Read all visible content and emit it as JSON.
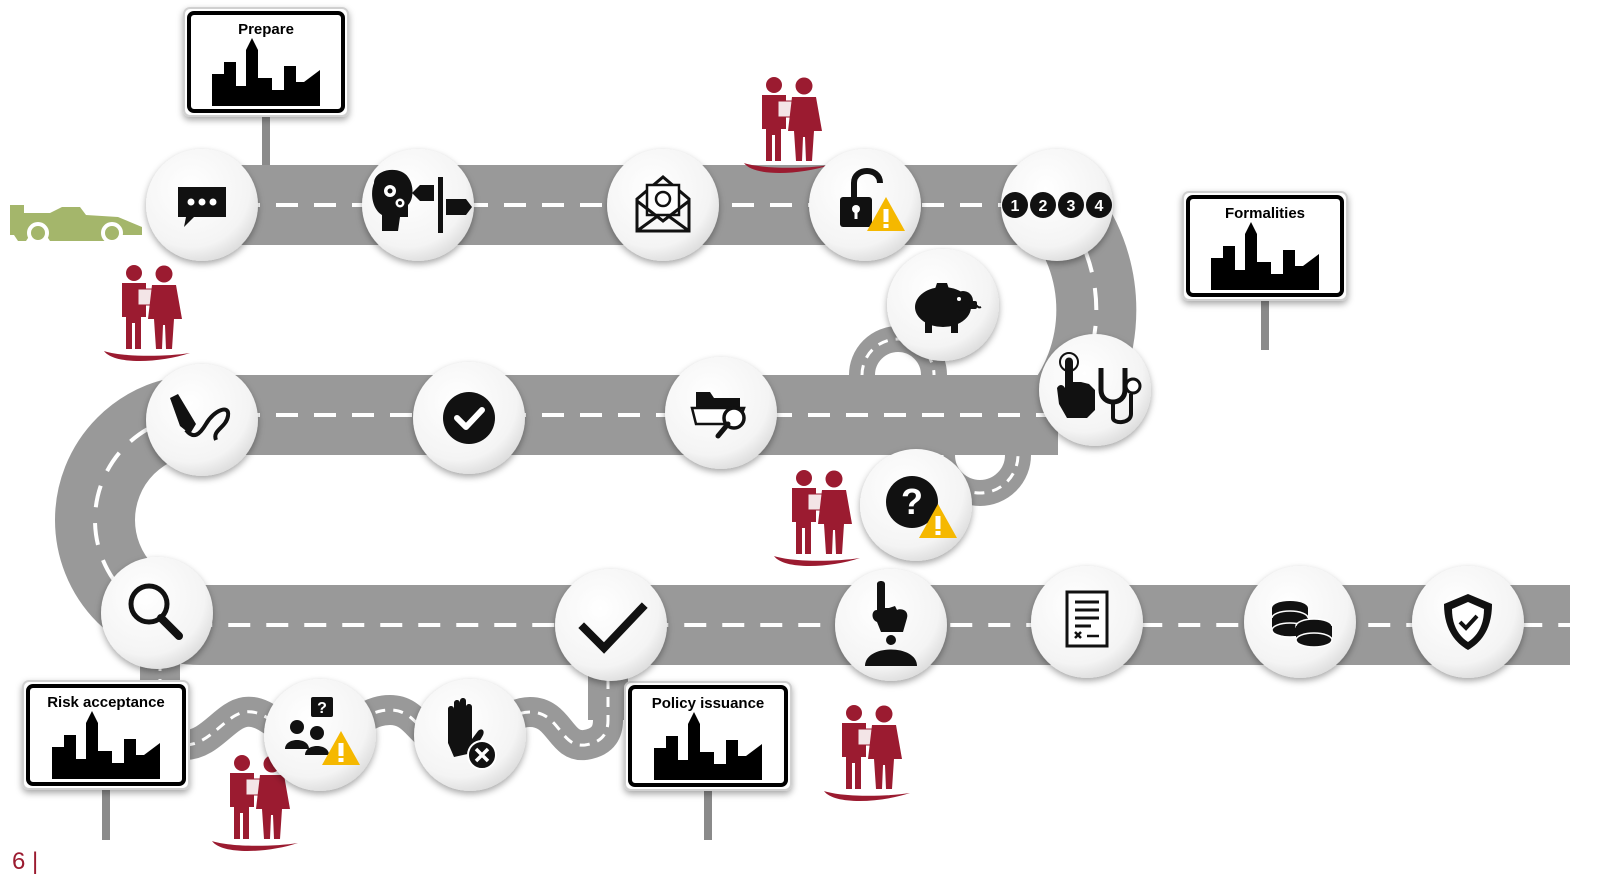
{
  "colors": {
    "road": "#999999",
    "dash": "#ffffff",
    "people": "#9b1b30",
    "car": "#a4b66b",
    "warning": "#f5b800",
    "icon": "#111111"
  },
  "signs": [
    {
      "id": "prepare",
      "label": "Prepare"
    },
    {
      "id": "formalities",
      "label": "Formalities"
    },
    {
      "id": "risk-acceptance",
      "label": "Risk acceptance"
    },
    {
      "id": "policy-issuance",
      "label": "Policy issuance"
    }
  ],
  "steps": [
    {
      "id": "chat",
      "icon": "chat-bubble-icon"
    },
    {
      "id": "mind",
      "icon": "brain-gears-signpost-icon"
    },
    {
      "id": "mail",
      "icon": "envelope-email-icon"
    },
    {
      "id": "unlock",
      "icon": "open-padlock-warning-icon"
    },
    {
      "id": "numbers",
      "icon": "numbered-steps-icon",
      "digits": [
        "1",
        "2",
        "3",
        "4"
      ]
    },
    {
      "id": "piggy",
      "icon": "piggy-bank-icon"
    },
    {
      "id": "medical",
      "icon": "hand-stethoscope-icon"
    },
    {
      "id": "question",
      "icon": "question-warning-icon"
    },
    {
      "id": "folder",
      "icon": "folder-search-icon"
    },
    {
      "id": "approve",
      "icon": "check-circle-icon"
    },
    {
      "id": "sign",
      "icon": "pen-signature-icon"
    },
    {
      "id": "search",
      "icon": "magnifier-icon"
    },
    {
      "id": "clarify",
      "icon": "people-question-warning-icon"
    },
    {
      "id": "decline",
      "icon": "hand-stop-reject-icon"
    },
    {
      "id": "accept",
      "icon": "checkmark-icon"
    },
    {
      "id": "select",
      "icon": "pointing-person-icon"
    },
    {
      "id": "contract",
      "icon": "contract-document-icon"
    },
    {
      "id": "payment",
      "icon": "coins-icon"
    },
    {
      "id": "protected",
      "icon": "shield-check-icon"
    }
  ],
  "page_number": "6 |"
}
